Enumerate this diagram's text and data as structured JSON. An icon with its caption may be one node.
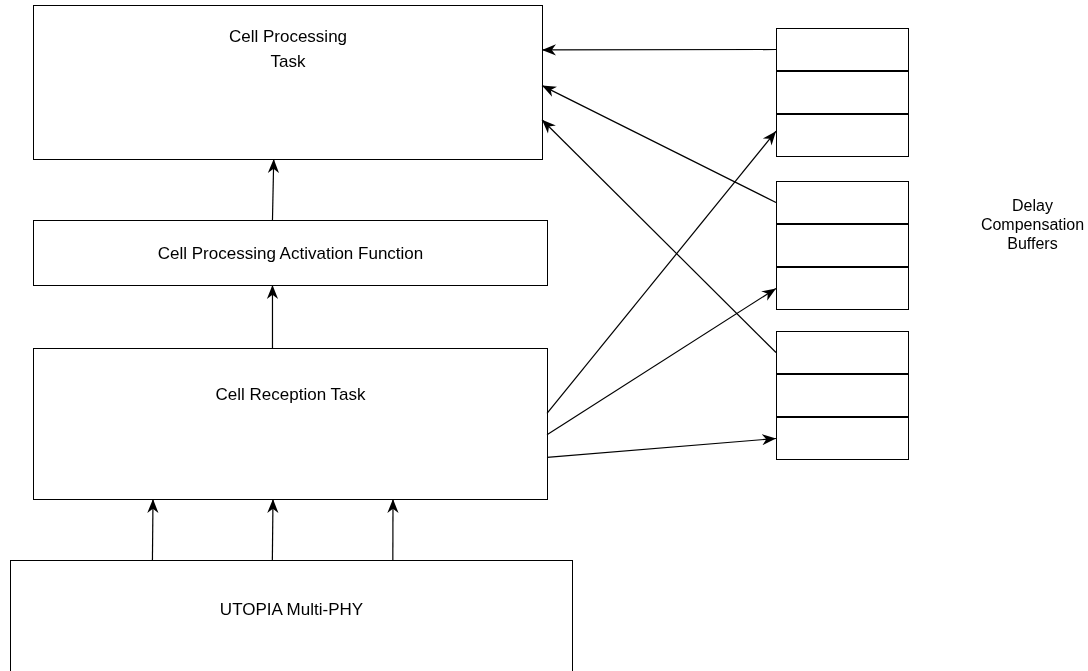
{
  "diagram": {
    "nodes": [
      {
        "text": [
          "Cell Processing Task"
        ]
      },
      {
        "text": [
          "Cell Processing Activation Function"
        ]
      },
      {
        "text": [
          "Cell Reception Task"
        ]
      },
      {
        "text": [
          "UTOPIA Multi-PHY"
        ]
      },
      {
        "text": [],
        "shape": "box"
      },
      {
        "text": [],
        "shape": "box"
      },
      {
        "text": [],
        "shape": "box"
      },
      {
        "text": [],
        "shape": "box"
      },
      {
        "text": [],
        "shape": "box"
      },
      {
        "text": [],
        "shape": "box"
      },
      {
        "text": [],
        "shape": "box"
      },
      {
        "text": [],
        "shape": "box"
      },
      {
        "text": [],
        "shape": "box"
      }
    ],
    "edges": [
      {
        "from": 1,
        "to": 0,
        "arrow": "to"
      },
      {
        "from": 2,
        "to": 1,
        "arrow": "to"
      },
      {
        "from": 3,
        "to": 2,
        "arrow": "to"
      },
      {
        "from": 3,
        "to": 2,
        "arrow": "to"
      },
      {
        "from": 3,
        "to": 2,
        "arrow": "to"
      },
      {
        "from": 4,
        "to": 0,
        "arrow": "to"
      },
      {
        "from": 7,
        "to": 0,
        "arrow": "to"
      },
      {
        "from": 10,
        "to": 0,
        "arrow": "to"
      },
      {
        "from": 2,
        "to": 6,
        "arrow": "to"
      },
      {
        "from": 2,
        "to": 9,
        "arrow": "to"
      },
      {
        "from": 2,
        "to": 12,
        "arrow": "to"
      }
    ],
    "labels": [
      "Delay Compensation Buffers"
    ]
  }
}
